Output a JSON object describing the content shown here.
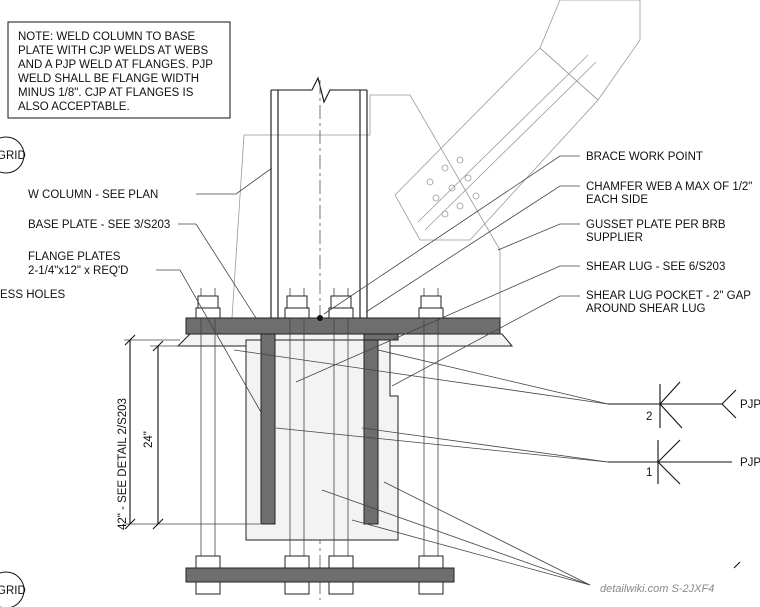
{
  "note": {
    "lines": [
      "NOTE: WELD COLUMN TO BASE",
      "PLATE WITH CJP WELDS AT WEBS",
      "AND A PJP WELD AT FLANGES. PJP",
      "WELD SHALL BE FLANGE WIDTH",
      "MINUS 1/8\".  CJP AT FLANGES IS",
      "ALSO ACCEPTABLE."
    ]
  },
  "grid_bubbles": [
    "GRID",
    "GRID"
  ],
  "left_labels": {
    "w_column": "W COLUMN - SEE PLAN",
    "base_plate": "BASE PLATE - SEE 3/S203",
    "flange_plates_1": "FLANGE PLATES",
    "flange_plates_2": "2-1/4\"x12\" x REQ'D",
    "holes": "ESS HOLES"
  },
  "right_labels": {
    "brace_wp": "BRACE WORK POINT",
    "chamfer_1": "CHAMFER WEB A MAX OF 1/2\"",
    "chamfer_2": "EACH SIDE",
    "gusset_1": "GUSSET PLATE PER BRB",
    "gusset_2": "SUPPLIER",
    "shear_lug": "SHEAR LUG - SEE 6/S203",
    "pocket_1": "SHEAR LUG POCKET - 2\" GAP",
    "pocket_2": "AROUND SHEAR LUG"
  },
  "weld_symbols": {
    "top_size": "2",
    "top_type": "PJP",
    "bottom_size": "1",
    "bottom_type": "PJP"
  },
  "dimensions": {
    "embed": "24\"",
    "overall": "42\" - SEE DETAIL 2/S203"
  },
  "watermark": "detailwiki.com   S-2JXF4"
}
